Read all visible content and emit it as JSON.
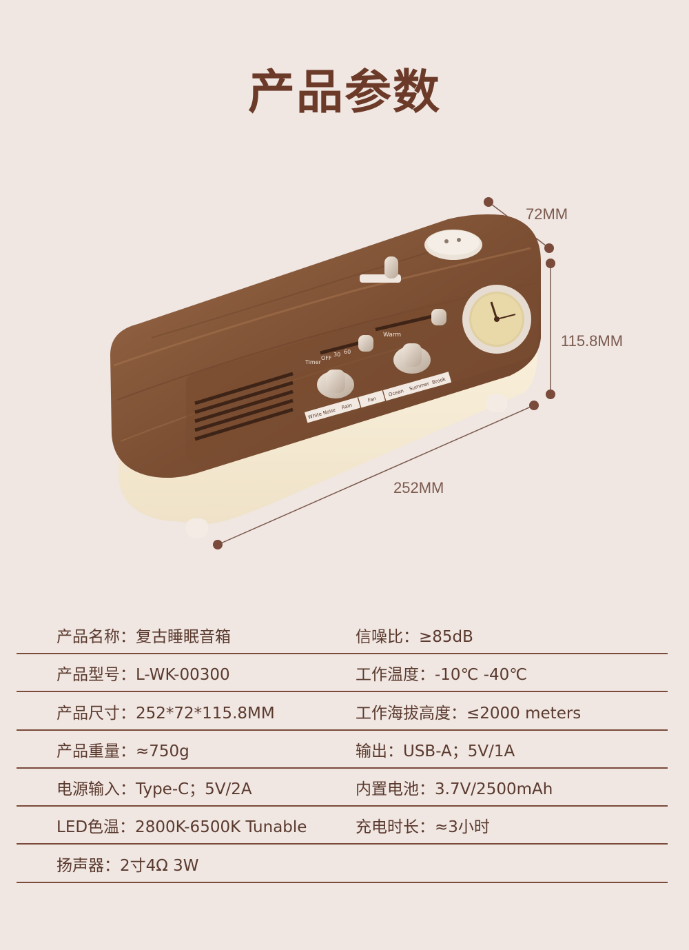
{
  "title": "产品参数",
  "dimensions": {
    "depth": "72MM",
    "height": "115.8MM",
    "width": "252MM"
  },
  "device": {
    "timer_label": "Timer",
    "timer_options": [
      "OFF",
      "30",
      "60"
    ],
    "warm_label": "Warm",
    "buttons_row1": [
      "White Noise",
      "Rain",
      "Fan"
    ],
    "buttons_row2": [
      "Ocean",
      "Summer",
      "Brook"
    ]
  },
  "specs": [
    {
      "left": "产品名称：复古睡眠音箱",
      "right": "信噪比：≥85dB"
    },
    {
      "left": "产品型号：L-WK-00300",
      "right": "工作温度：-10℃ -40℃"
    },
    {
      "left": "产品尺寸：252*72*115.8MM",
      "right": "工作海拔高度：≤2000 meters"
    },
    {
      "left": "产品重量：≈750g",
      "right": "输出：USB-A；5V/1A"
    },
    {
      "left": "电源输入：Type-C；5V/2A",
      "right": "内置电池：3.7V/2500mAh"
    },
    {
      "left": "LED色温：2800K-6500K Tunable",
      "right": "充电时长：≈3小时"
    },
    {
      "left": "扬声器：2寸4Ω 3W",
      "right": ""
    }
  ],
  "colors": {
    "background": "#f0e6e2",
    "title": "#6b3a28",
    "wood": "#8a5a3a",
    "divider": "#7a4a3a"
  }
}
